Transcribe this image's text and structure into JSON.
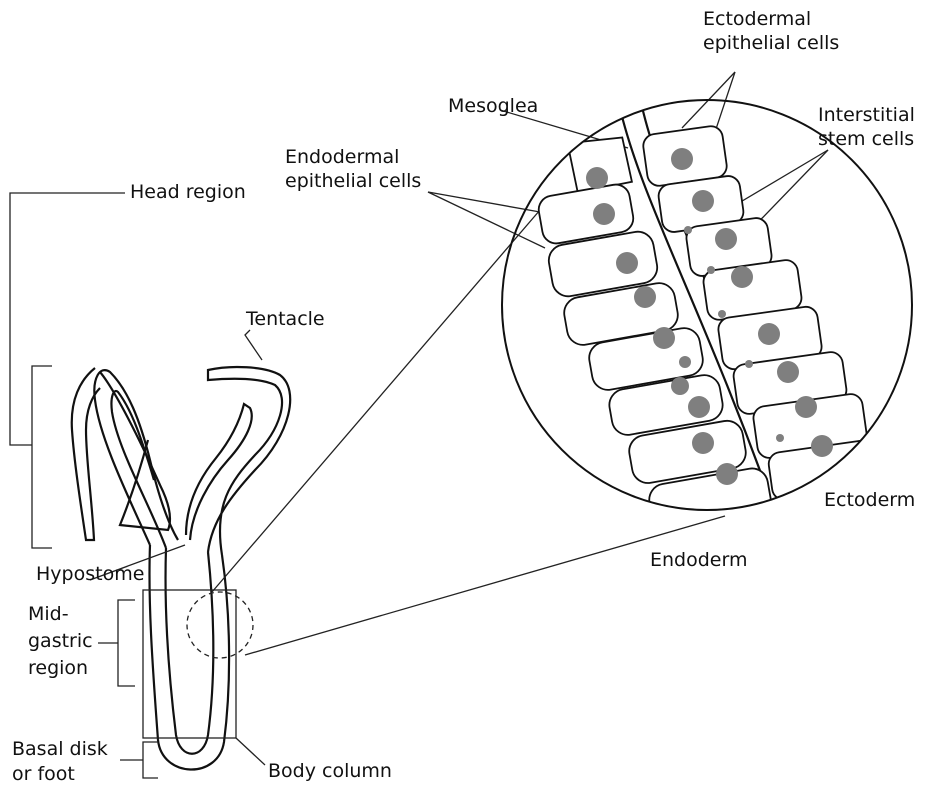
{
  "labels": {
    "ectodermal_epithelial_cells": [
      "Ectodermal",
      "epithelial cells"
    ],
    "mesoglea": "Mesoglea",
    "interstitial_stem_cells": [
      "Interstitial",
      "stem cells"
    ],
    "endodermal_epithelial_cells": [
      "Endodermal",
      "epithelial cells"
    ],
    "head_region": "Head region",
    "tentacle": "Tentacle",
    "ectoderm": "Ectoderm",
    "endoderm": "Endoderm",
    "hypostome": "Hypostome",
    "midgastric_region": [
      "Mid-",
      "gastric",
      "region"
    ],
    "basal_disk": [
      "Basal disk",
      "or foot"
    ],
    "body_column": "Body column"
  },
  "colors": {
    "line": "#222222",
    "nucleus": "#7f7f7f",
    "background": "#ffffff"
  }
}
